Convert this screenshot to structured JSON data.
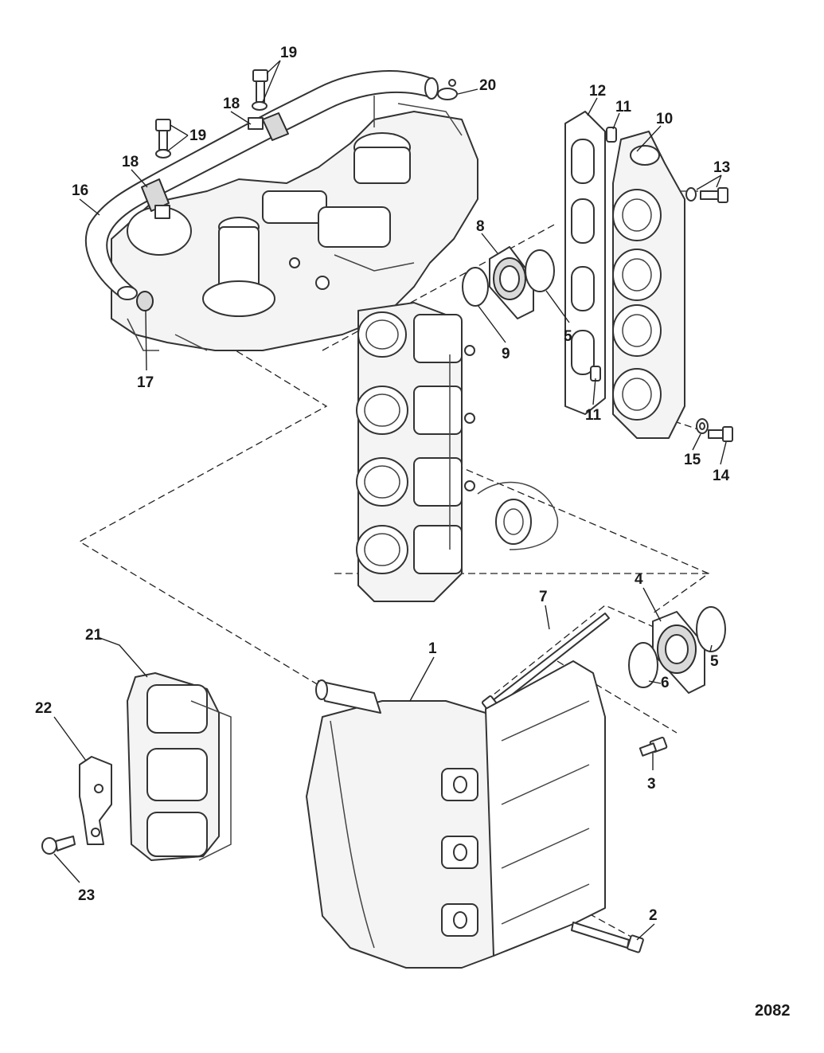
{
  "figure": {
    "id_label": "2082",
    "callouts": [
      "1",
      "2",
      "3",
      "4",
      "5",
      "5",
      "6",
      "7",
      "8",
      "9",
      "10",
      "11",
      "11",
      "12",
      "13",
      "14",
      "15",
      "16",
      "17",
      "18",
      "18",
      "19",
      "19",
      "20",
      "21",
      "22",
      "23"
    ]
  },
  "colors": {
    "line": "#333333",
    "background": "#ffffff",
    "shade": "#d9d9d9"
  }
}
